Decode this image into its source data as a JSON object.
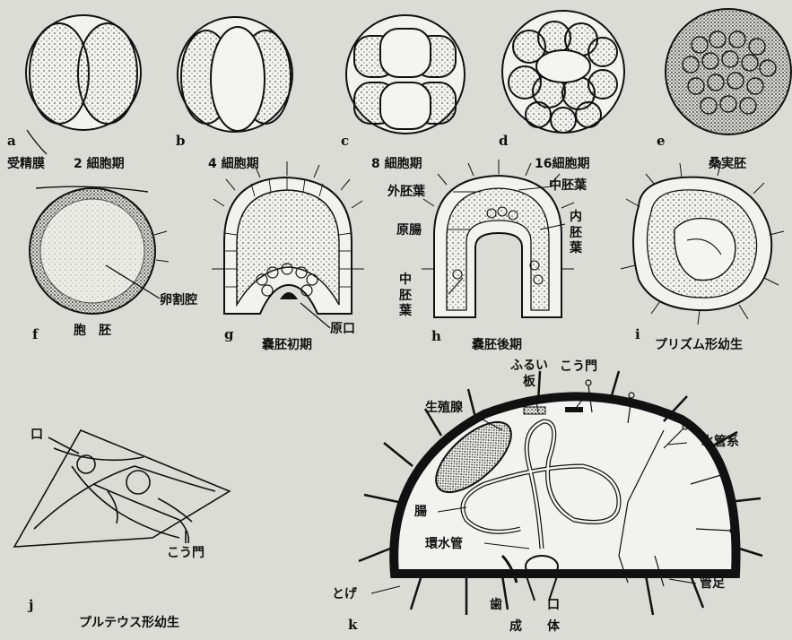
{
  "panels": {
    "a": {
      "letter": "a",
      "caption": "2 細胞期",
      "label_membrane": "受精膜"
    },
    "b": {
      "letter": "b",
      "caption": "4 細胞期"
    },
    "c": {
      "letter": "c",
      "caption": "8 細胞期"
    },
    "d": {
      "letter": "d",
      "caption": "16細胞期"
    },
    "e": {
      "letter": "e",
      "caption": "桑実胚"
    },
    "f": {
      "letter": "f",
      "caption": "胞　胚",
      "label_cavity": "卵割腔"
    },
    "g": {
      "letter": "g",
      "caption": "嚢胚初期",
      "label_blastopore": "原口"
    },
    "h": {
      "letter": "h",
      "caption": "嚢胚後期",
      "label_ectoderm": "外胚葉",
      "label_mesoderm_top": "中胚葉",
      "label_archenteron": "原腸",
      "label_endoderm": "内胚葉",
      "label_mesoderm_left": "中胚葉"
    },
    "i": {
      "letter": "i",
      "caption": "プリズム形幼生"
    },
    "j": {
      "letter": "j",
      "caption": "プルテウス形幼生",
      "label_mouth": "口",
      "label_anus": "こう門"
    },
    "k": {
      "letter": "k",
      "label_gonad": "生殖腺",
      "label_madreporite": "ふるい板",
      "label_anus": "こう門",
      "label_water_vascular": "水管系",
      "label_gut": "腸",
      "label_ring_canal": "環水管",
      "label_tube_foot": "管足",
      "label_spine": "とげ",
      "label_tooth": "歯",
      "label_mouth": "口",
      "label_adult": "成　　体"
    }
  },
  "icons": {
    "stipple": "dotted-shading"
  }
}
